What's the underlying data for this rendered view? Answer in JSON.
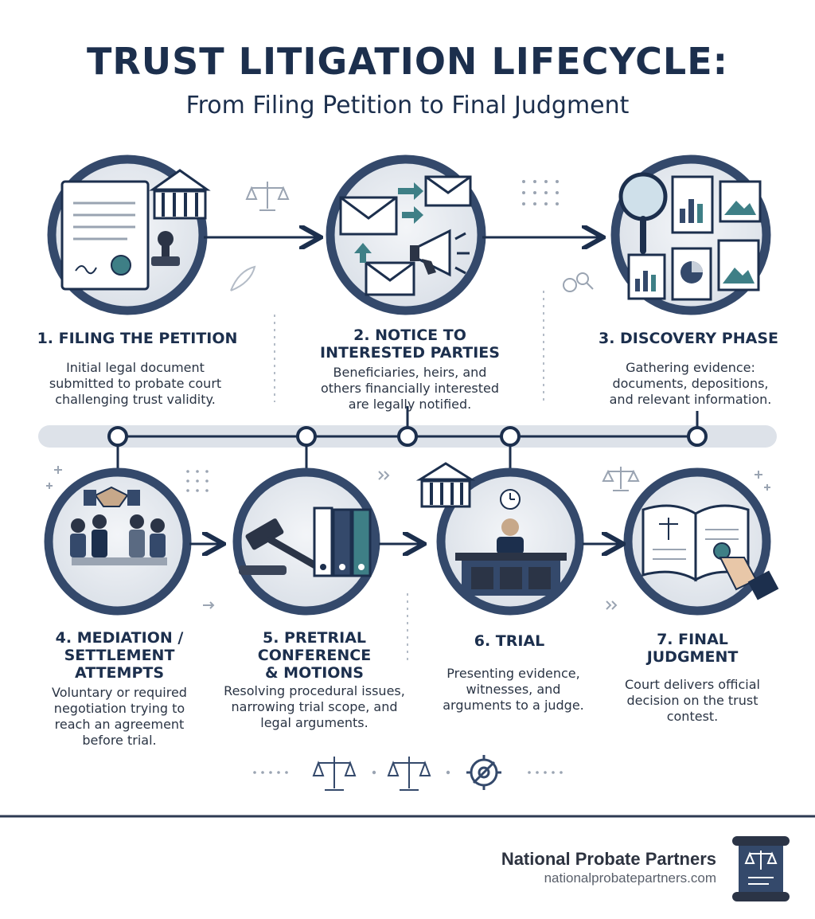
{
  "header": {
    "title": "TRUST LITIGATION LIFECYCLE:",
    "subtitle": "From Filing Petition to Final Judgment"
  },
  "steps": [
    {
      "title": "1. FILING THE PETITION",
      "description": "Initial legal document\nsubmitted to probate court\nchallenging trust validity."
    },
    {
      "title": "2. NOTICE TO\nINTERESTED PARTIES",
      "description": "Beneficiaries, heirs, and\nothers financially interested\nare legally notified."
    },
    {
      "title": "3. DISCOVERY PHASE",
      "description": "Gathering evidence:\ndocuments, depositions,\nand relevant information."
    },
    {
      "title": "4. MEDIATION /\nSETTLEMENT\nATTEMPTS",
      "description": "Voluntary or required\nnegotiation trying to\nreach an agreement\nbefore trial."
    },
    {
      "title": "5. PRETRIAL\nCONFERENCE\n& MOTIONS",
      "description": "Resolving procedural issues,\nnarrowing trial scope, and\nlegal arguments."
    },
    {
      "title": "6. TRIAL",
      "description": "Presenting evidence,\nwitnesses, and\narguments to a judge."
    },
    {
      "title": "7. FINAL\nJUDGMENT",
      "description": "Court delivers official\ndecision on the trust\ncontest."
    }
  ],
  "footer": {
    "brand_name": "National Probate Partners",
    "brand_url": "nationalprobatepartners.com",
    "logo_icon": "scroll-scales-icon"
  },
  "colors": {
    "navy": "#1c2f4d",
    "ring": "#34496b",
    "circle_fill": "#e6eaf0",
    "timeline": "#dde2e9",
    "teal": "#3e7f86"
  }
}
